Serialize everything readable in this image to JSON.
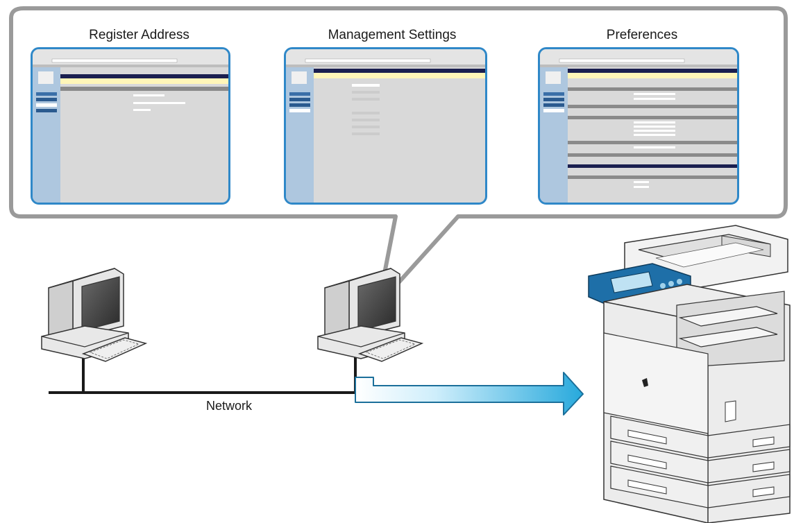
{
  "panels": [
    {
      "title": "Register Address"
    },
    {
      "title": "Management Settings"
    },
    {
      "title": "Preferences"
    }
  ],
  "network_label": "Network",
  "colors": {
    "callout_border": "#9a9a9a",
    "screenshot_border": "#2f88c8",
    "arrow_fill_start": "#ffffff",
    "arrow_fill_end": "#27a9dc",
    "arrow_stroke": "#1b6f9a",
    "network_line": "#1a1a1a",
    "printer_panel": "#1e6fa8"
  },
  "icons": [
    "computer-icon",
    "printer-icon",
    "arrow-icon"
  ]
}
